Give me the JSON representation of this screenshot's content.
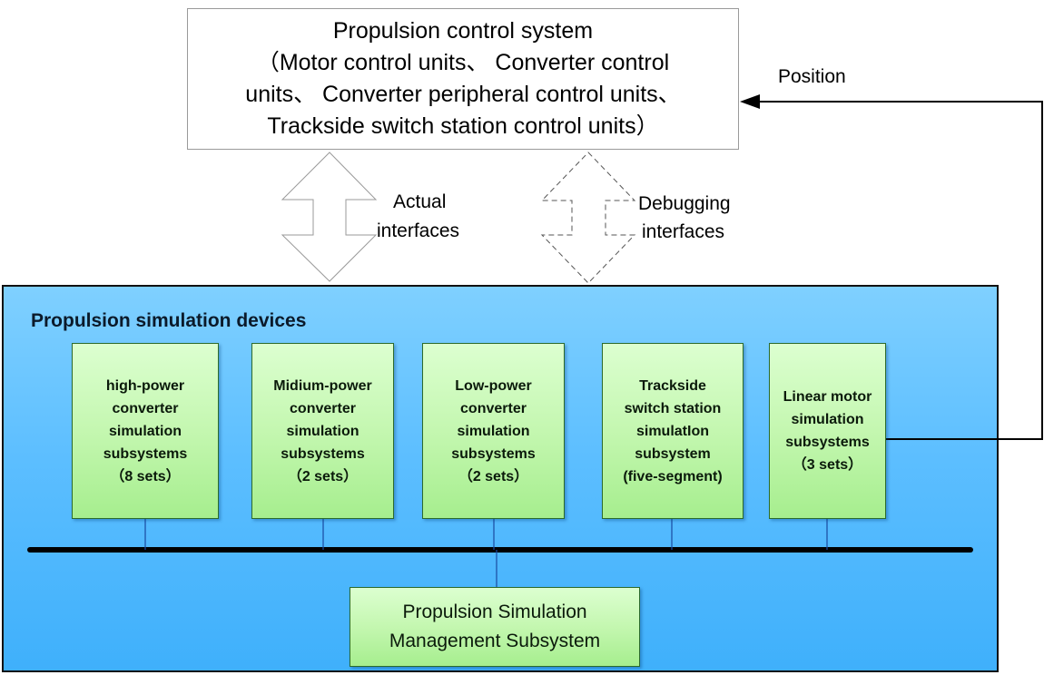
{
  "control_system": {
    "title": "Propulsion control system",
    "line2": "（Motor control units、 Converter control",
    "line3": "units、 Converter peripheral control units、",
    "line4": "Trackside switch station control units）"
  },
  "interfaces": {
    "actual_line1": "Actual",
    "actual_line2": "interfaces",
    "debugging_line1": "Debugging",
    "debugging_line2": "interfaces"
  },
  "position_label": "Position",
  "simulation_devices": {
    "title": "Propulsion simulation devices",
    "subsystems": [
      {
        "text": "high-power\nconverter\nsimulation\nsubsystems\n（8 sets）"
      },
      {
        "text": "Midium-power\nconverter\nsimulation\nsubsystems\n（2 sets）"
      },
      {
        "text": "Low-power\nconverter\nsimulation\nsubsystems\n（2 sets）"
      },
      {
        "text": "Trackside\nswitch station\nsimulatIon\nsubsystem\n(five-segment)"
      },
      {
        "text": "Linear motor\nsimulation\nsubsystems\n（3 sets）"
      }
    ],
    "management": {
      "text": "Propulsion Simulation\nManagement Subsystem"
    }
  },
  "colors": {
    "container_blue": "#5cbeff",
    "subsystem_green": "#c4f7b0",
    "bus_line": "#000000",
    "connector_blue": "#1a4aa0"
  }
}
